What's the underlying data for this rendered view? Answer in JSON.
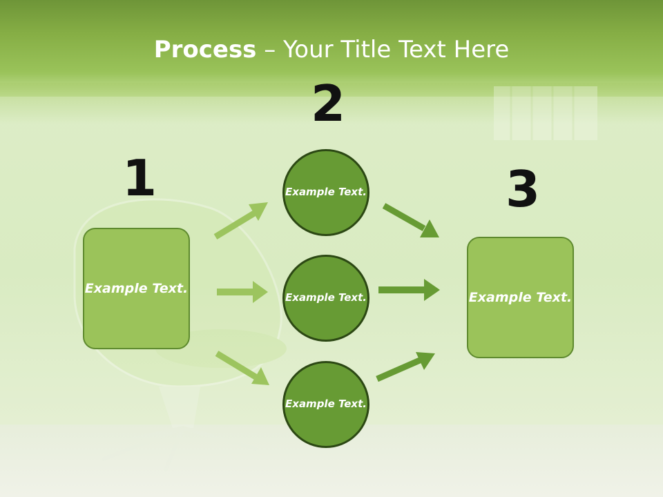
{
  "title": {
    "bold": "Process",
    "rest": " – Your Title Text Here"
  },
  "steps": [
    {
      "number": "1",
      "text": "Example Text."
    },
    {
      "number": "2",
      "items": [
        "Example Text.",
        "Example Text.",
        "Example Text."
      ]
    },
    {
      "number": "3",
      "text": "Example Text."
    }
  ],
  "colors": {
    "header": "#86ae45",
    "box": "#9bc35a",
    "circle": "#679b34",
    "arrow_light": "#9cc45e",
    "arrow_dark": "#679b34"
  }
}
